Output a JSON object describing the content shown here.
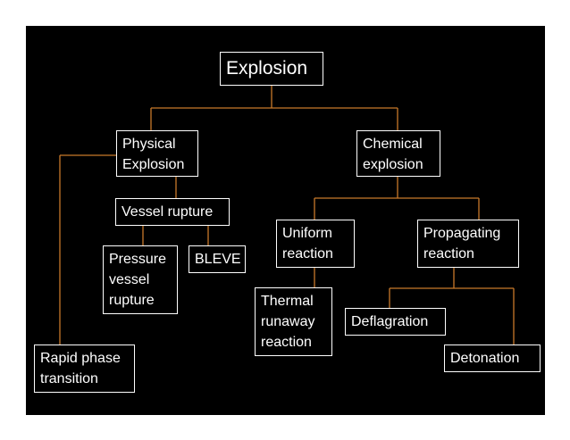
{
  "colors": {
    "background": "#000000",
    "node_border": "#ffffff",
    "node_text": "#ffffff",
    "connector": "#c8792a"
  },
  "nodes": {
    "root": "Explosion",
    "physical": "Physical\nExplosion",
    "chemical": "Chemical\nexplosion",
    "vessel_rupture": "Vessel rupture",
    "pressure_vessel_rupture": "Pressure\nvessel\nrupture",
    "bleve": "BLEVE",
    "rapid_phase_transition": "Rapid phase\ntransition",
    "uniform_reaction": "Uniform\nreaction",
    "propagating_reaction": "Propagating\nreaction",
    "thermal_runaway_reaction": "Thermal\nrunaway\nreaction",
    "deflagration": "Deflagration",
    "detonation": "Detonation"
  }
}
